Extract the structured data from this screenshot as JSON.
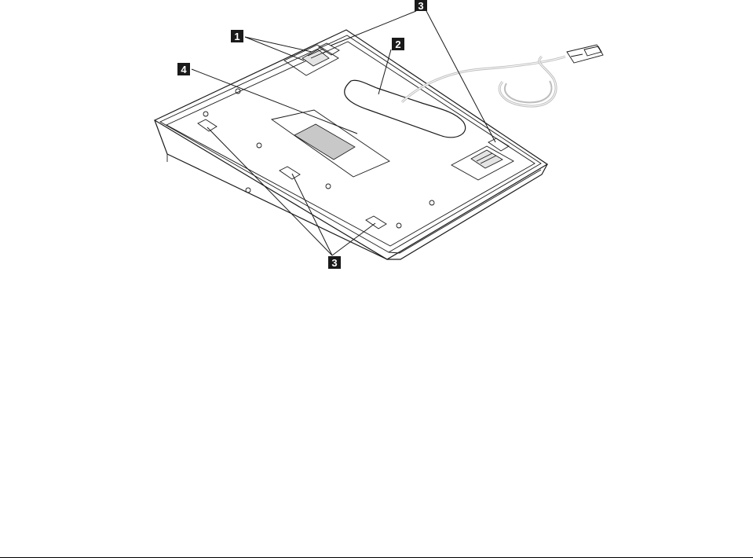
{
  "figure": {
    "callouts": [
      {
        "id": "foot-cover-top",
        "label": "1"
      },
      {
        "id": "cable-channel",
        "label": "2"
      },
      {
        "id": "rubber-pad-top",
        "label": "3"
      },
      {
        "id": "label-area",
        "label": "4"
      },
      {
        "id": "rubber-pad-bottom",
        "label": "3"
      }
    ],
    "colors": {
      "line": "#1a1a1a",
      "label_fill": "#c8c8c8",
      "cable": "#bdbdbd"
    }
  }
}
